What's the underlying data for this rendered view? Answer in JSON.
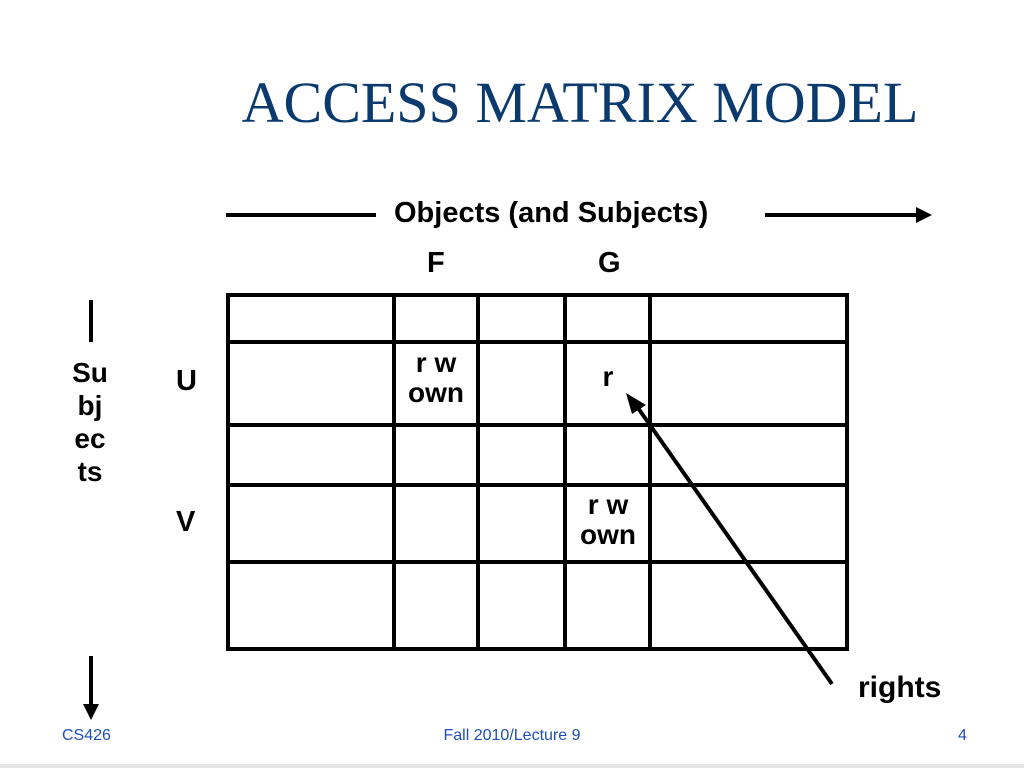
{
  "slide": {
    "title": "ACCESS MATRIX MODEL",
    "objects_label": "Objects (and Subjects)",
    "subjects_label": "Subjects",
    "columns": [
      {
        "key": "F",
        "label": "F"
      },
      {
        "key": "G",
        "label": "G"
      }
    ],
    "rows": [
      {
        "key": "U",
        "label": "U"
      },
      {
        "key": "V",
        "label": "V"
      }
    ],
    "cells": {
      "U_F": "r w\nown",
      "U_G": "r",
      "V_G": "r w\nown"
    },
    "rights_label": "rights"
  },
  "footer": {
    "course": "CS426",
    "lecture": "Fall 2010/Lecture 9",
    "page": "4"
  },
  "colors": {
    "title": "#0b3a6e",
    "footer": "#1f4fb5",
    "lines": "#000000"
  }
}
